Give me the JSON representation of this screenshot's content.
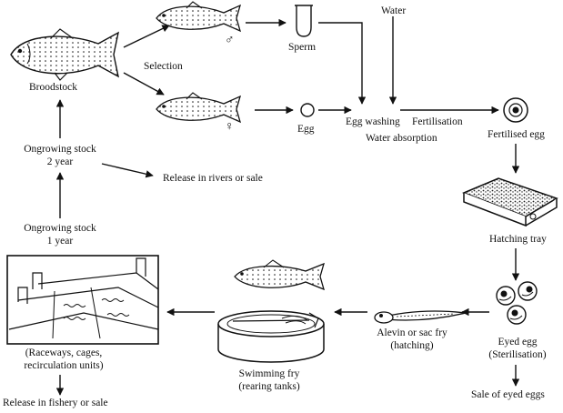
{
  "labels": {
    "broodstock": "Broodstock",
    "selection": "Selection",
    "sperm": "Sperm",
    "water": "Water",
    "egg": "Egg",
    "egg_washing": "Egg washing",
    "fertilisation": "Fertilisation",
    "water_absorption": "Water absorption",
    "fertilised_egg": "Fertilised egg",
    "hatching_tray": "Hatching tray",
    "eyed_egg": "Eyed egg",
    "sterilisation": "(Sterilisation)",
    "sale_eyed_eggs": "Sale of eyed eggs",
    "alevin_line1": "Alevin or sac fry",
    "alevin_line2": "(hatching)",
    "swimming_fry_line1": "Swimming fry",
    "swimming_fry_line2": "(rearing tanks)",
    "raceways_line1": "(Raceways, cages,",
    "raceways_line2": "recirculation units)",
    "release_fishery": "Release in fishery or sale",
    "ongrowing_2_line1": "Ongrowing stock",
    "ongrowing_2_line2": "2 year",
    "ongrowing_1_line1": "Ongrowing stock",
    "ongrowing_1_line2": "1 year",
    "release_rivers": "Release in rivers or sale",
    "male_symbol": "♂",
    "female_symbol": "♀"
  },
  "colors": {
    "ink": "#111111",
    "background": "#ffffff"
  }
}
